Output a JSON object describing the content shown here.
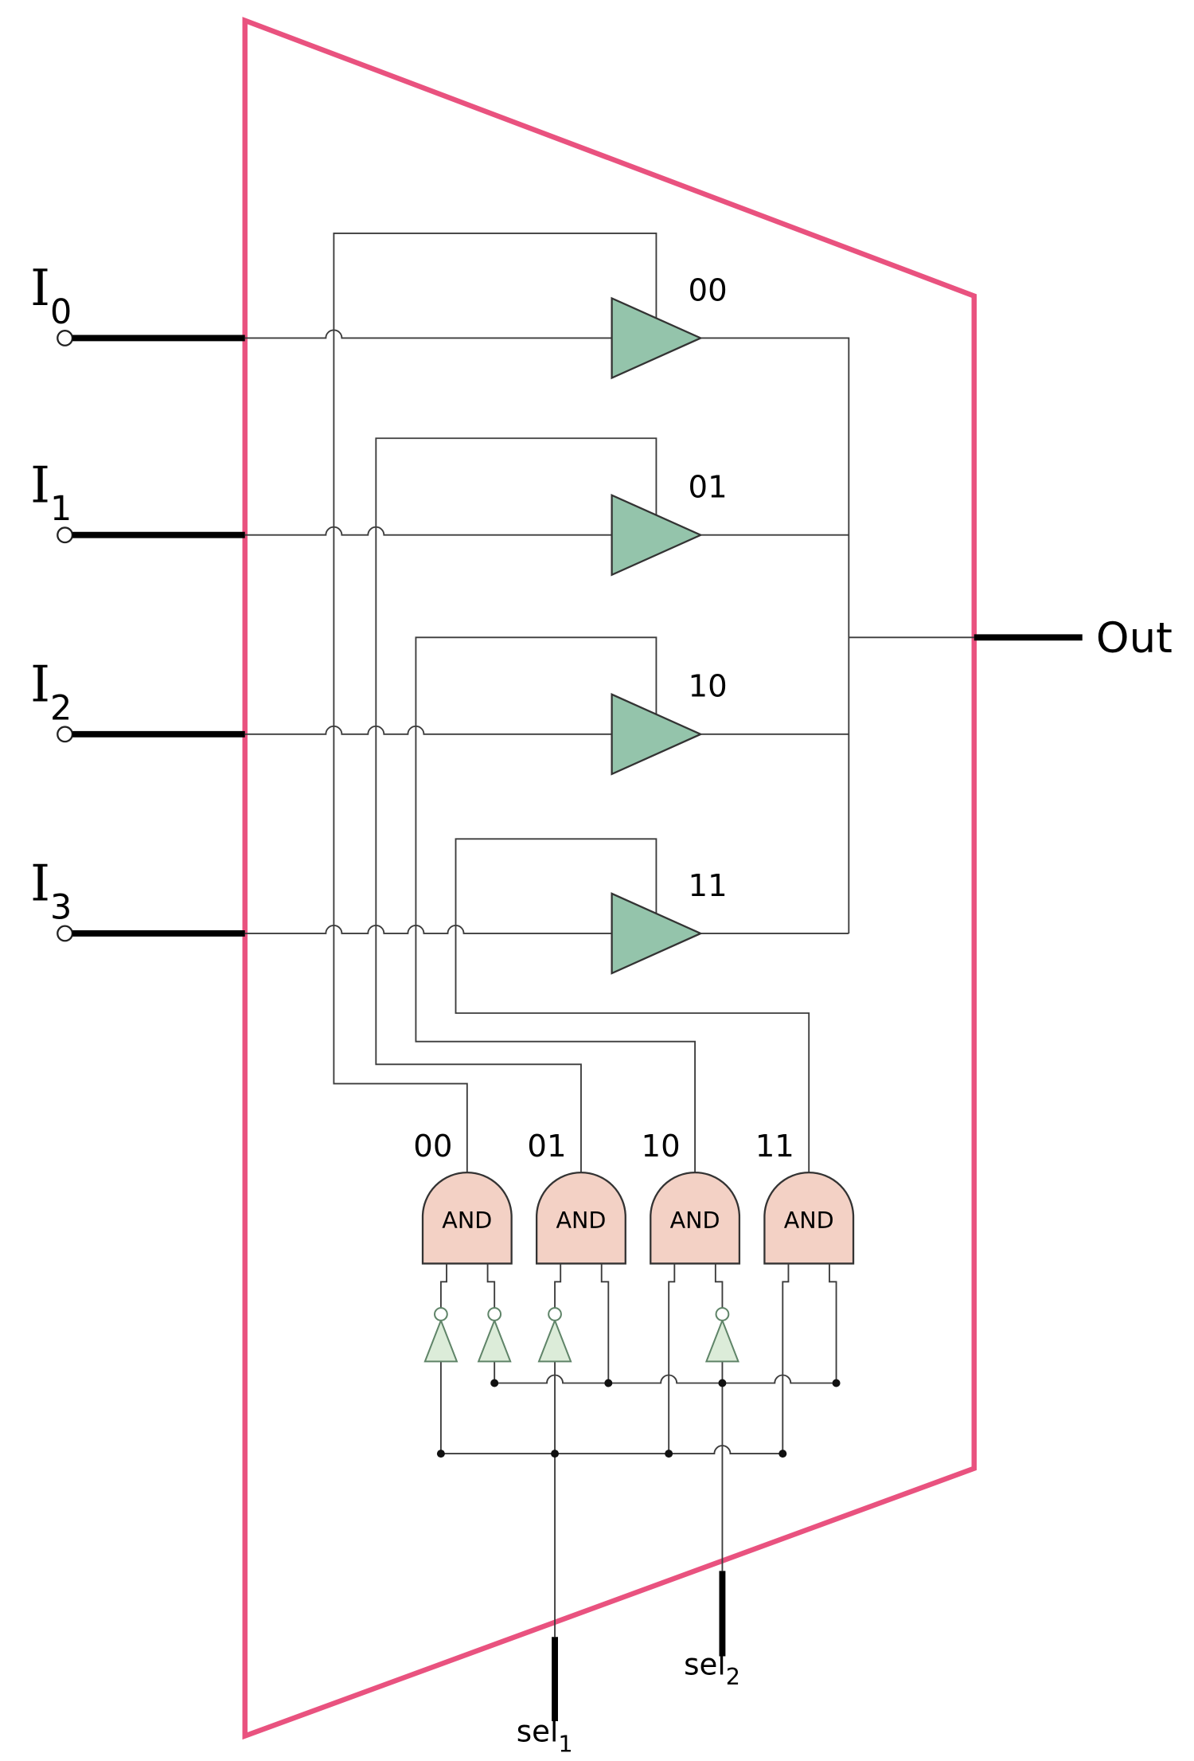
{
  "colors": {
    "mux_outline": "#e9527f",
    "buffer_fill": "#94c4ab",
    "and_gate_fill": "#f3d1c5",
    "inverter_fill": "#dcecd9",
    "wire": "#3c3c3c"
  },
  "inputs": [
    {
      "base": "I",
      "sub": "0"
    },
    {
      "base": "I",
      "sub": "1"
    },
    {
      "base": "I",
      "sub": "2"
    },
    {
      "base": "I",
      "sub": "3"
    }
  ],
  "tristate_buffers": [
    {
      "select_code": "00"
    },
    {
      "select_code": "01"
    },
    {
      "select_code": "10"
    },
    {
      "select_code": "11"
    }
  ],
  "and_gates": [
    {
      "select_code": "00",
      "label": "AND"
    },
    {
      "select_code": "01",
      "label": "AND"
    },
    {
      "select_code": "10",
      "label": "AND"
    },
    {
      "select_code": "11",
      "label": "AND"
    }
  ],
  "selects": [
    {
      "base": "sel",
      "sub": "1"
    },
    {
      "base": "sel",
      "sub": "2"
    }
  ],
  "output": {
    "label": "Out"
  }
}
